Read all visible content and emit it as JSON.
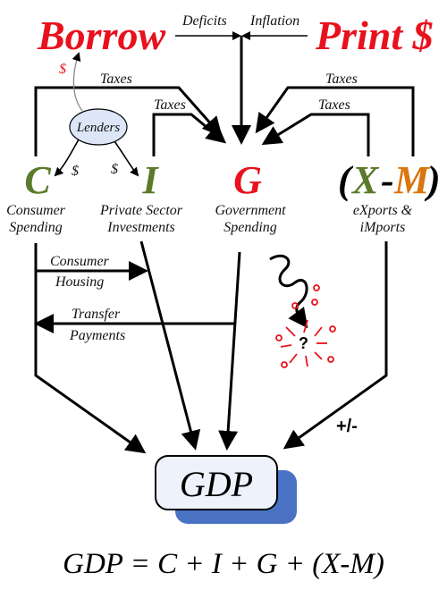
{
  "top": {
    "borrow": "Borrow",
    "print": "Print $",
    "deficits": "Deficits",
    "inflation": "Inflation",
    "dollar_red": "$",
    "taxes_left": "Taxes",
    "taxes_mid": "Taxes",
    "taxes_right_top": "Taxes",
    "taxes_right_low": "Taxes"
  },
  "lenders": {
    "label": "Lenders",
    "dollar_c": "$",
    "dollar_i": "$"
  },
  "components": {
    "c": {
      "letter": "C",
      "line1": "Consumer",
      "line2": "Spending"
    },
    "i": {
      "letter": "I",
      "line1": "Private Sector",
      "line2": "Investments"
    },
    "g": {
      "letter": "G",
      "line1": "Government",
      "line2": "Spending"
    },
    "xm": {
      "open": "(",
      "x": "X",
      "dash": "-",
      "m": "M",
      "close": ")",
      "line1": "eXports &",
      "line2": "iMports"
    }
  },
  "flows": {
    "housing_1": "Consumer",
    "housing_2": "Housing",
    "transfer_1": "Transfer",
    "transfer_2": "Payments",
    "question": "?",
    "plus_minus": "+/-"
  },
  "gdp": {
    "label": "GDP"
  },
  "formula": "GDP = C + I + G + (X-M)",
  "colors": {
    "red": "#e8111d",
    "green": "#5b7a2a",
    "orange": "#d9760d",
    "lenders_fill": "#dde6f7",
    "gdp_fill": "#eef2fb",
    "gdp_shadow": "#4a72c4"
  }
}
